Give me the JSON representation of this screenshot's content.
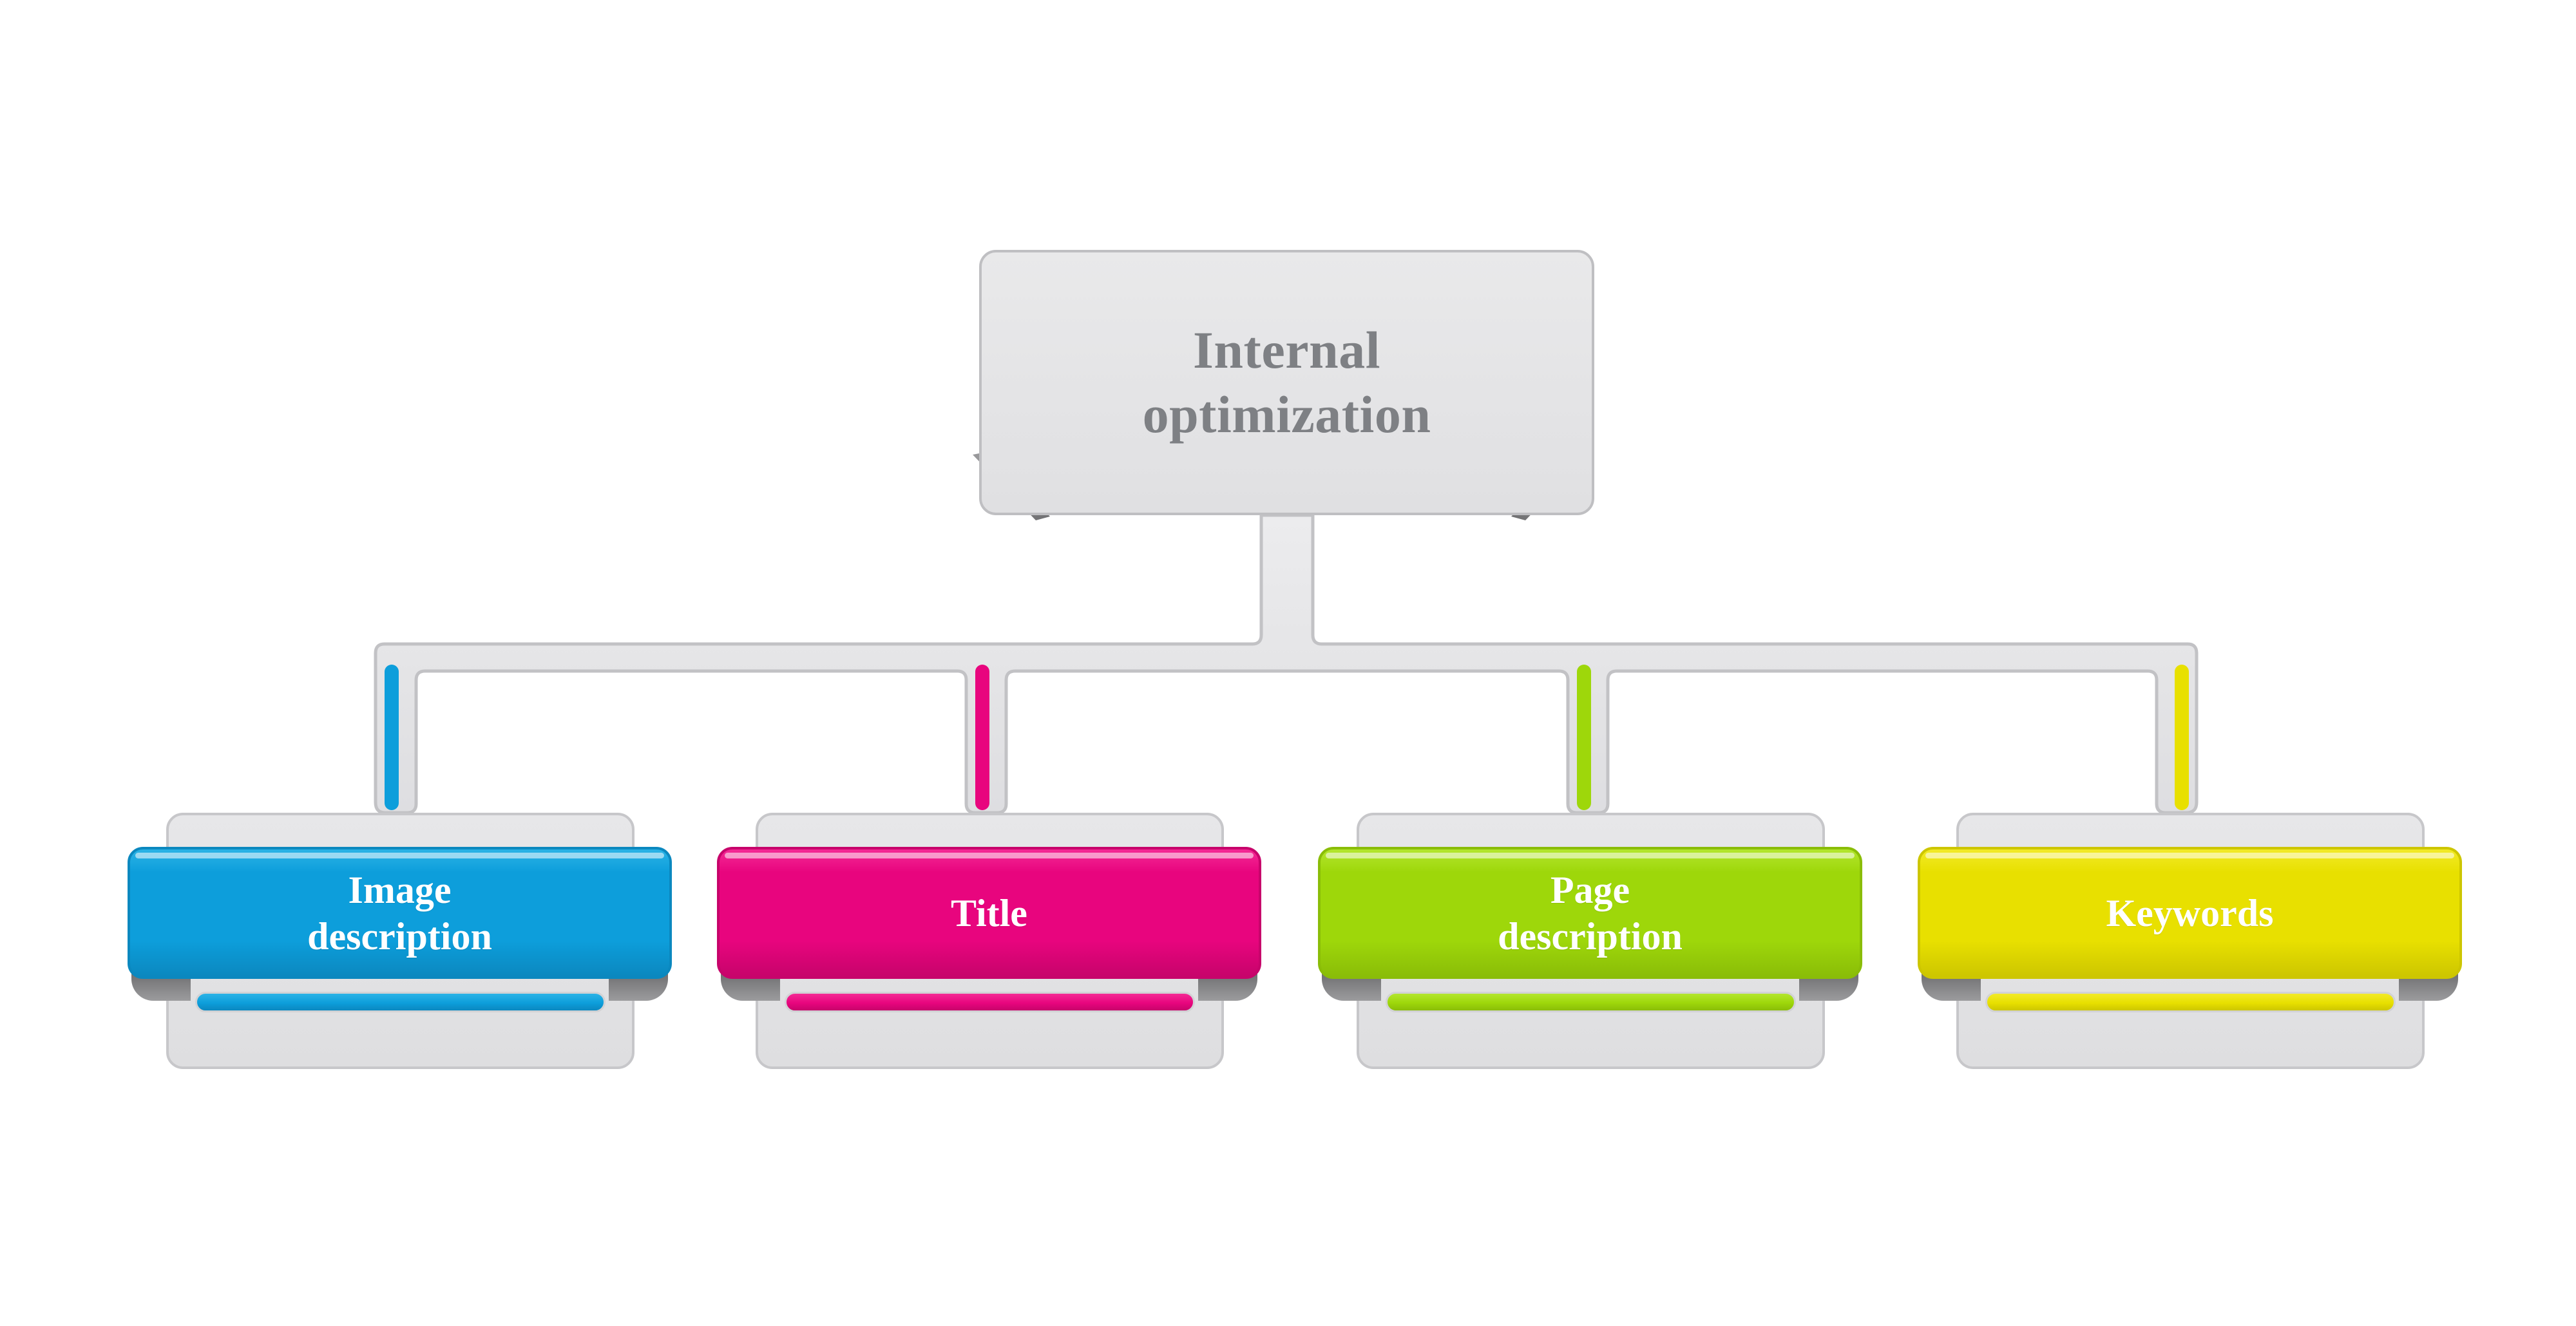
{
  "diagram": {
    "type": "organizational-tree",
    "background": "#ffffff",
    "root": {
      "label": "Internal\noptimization",
      "text_color": "#7e8084",
      "fill": "#e4e4e6",
      "border": "#bfbfc2"
    },
    "connector": {
      "track_fill": "#e4e4e6",
      "track_border": "#c2c2c5",
      "style": "orthogonal-bus"
    },
    "children": [
      {
        "label": "Image\ndescription",
        "color": "#0d9edb",
        "color_dark": "#0b88bf",
        "color_light": "#2bb3e6",
        "text_color": "#ffffff"
      },
      {
        "label": "Title",
        "color": "#e8057e",
        "color_dark": "#c7046b",
        "color_light": "#f42a95",
        "text_color": "#ffffff"
      },
      {
        "label": "Page\ndescription",
        "color": "#9ed70a",
        "color_dark": "#8abd08",
        "color_light": "#b3e62e",
        "text_color": "#ffffff"
      },
      {
        "label": "Keywords",
        "color": "#e8e000",
        "color_dark": "#cdc600",
        "color_light": "#f2ea28",
        "text_color": "#ffffff"
      }
    ]
  }
}
